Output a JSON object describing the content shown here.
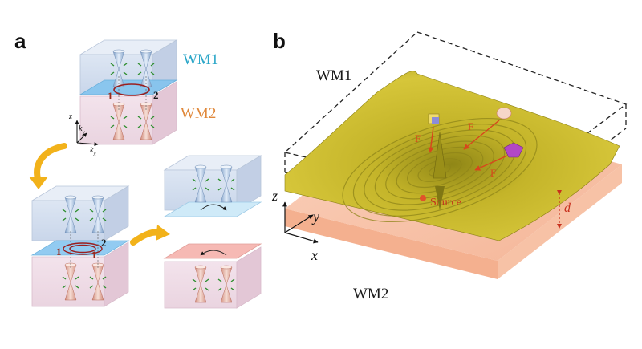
{
  "panel_a": {
    "letter": "a",
    "wm1_label": "WM1",
    "wm2_label": "WM2",
    "axis_ky": "k",
    "axis_ky_sub": "y",
    "axis_kx": "k",
    "axis_kx_sub": "x",
    "axis_z": "z",
    "loop_point_1": "1",
    "loop_point_2": "2",
    "lower_point_1": "1",
    "lower_point_2": "2",
    "lower_point_1b": "1"
  },
  "panel_b": {
    "letter": "b",
    "wm1_label": "WM1",
    "wm2_label": "WM2",
    "axis_z": "z",
    "axis_y": "y",
    "axis_x": "x",
    "force_labels": [
      "F",
      "F",
      "F"
    ],
    "source_label": "Source",
    "distance_label": "d"
  },
  "colors": {
    "wm1_blue": "#2aa6c8",
    "wm2_orange": "#e0883a",
    "surface_yellow": "#c9b92a",
    "slab_peach": "#f7c2a6",
    "arrow_orange": "#f2b21a",
    "force_red": "#d8461c"
  }
}
